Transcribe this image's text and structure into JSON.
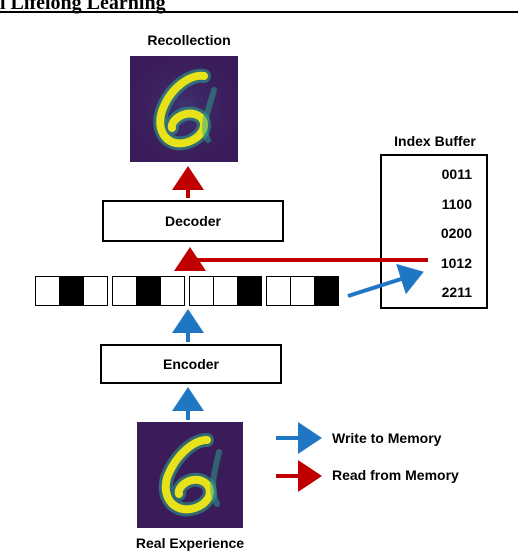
{
  "header": {
    "title": "l Lifelong Learning"
  },
  "diagram": {
    "recollection_label": "Recollection",
    "real_experience_label": "Real Experience",
    "decoder_label": "Decoder",
    "encoder_label": "Encoder",
    "index_buffer": {
      "title": "Index Buffer",
      "items": [
        "0011",
        "1100",
        "0200",
        "1012",
        "2211"
      ]
    },
    "memory_cells": [
      0,
      1,
      0,
      0,
      1,
      0,
      0,
      0,
      1,
      0,
      0,
      1
    ],
    "legend": {
      "write_label": "Write to Memory",
      "read_label": "Read from Memory"
    },
    "colors": {
      "write_arrow": "#1f77c4",
      "read_arrow": "#c00000",
      "digit_background": "#3b1c5a",
      "digit_stroke": "#e8e21a"
    }
  }
}
